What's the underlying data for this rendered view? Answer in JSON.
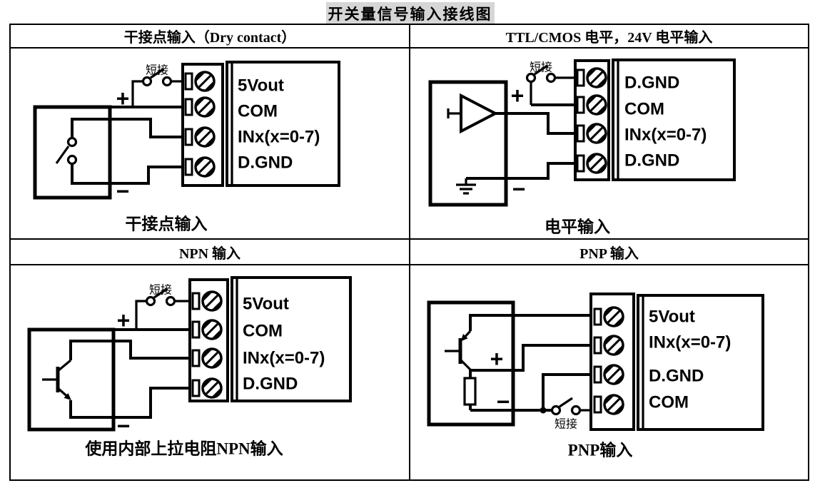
{
  "title": "开关量信号输入接线图",
  "quadrants": [
    {
      "header": "干接点输入（Dry contact）",
      "caption": "干接点输入",
      "jumper_label": "短接",
      "plus_label": "+",
      "minus_label": "−",
      "terminal_labels": [
        "5Vout",
        "COM",
        "INx(x=0-7)",
        "D.GND"
      ]
    },
    {
      "header": "TTL/CMOS 电平，24V 电平输入",
      "caption": "电平输入",
      "jumper_label": "短接",
      "plus_label": "+",
      "minus_label": "−",
      "terminal_labels": [
        "D.GND",
        "COM",
        "INx(x=0-7)",
        "D.GND"
      ]
    },
    {
      "header": "NPN 输入",
      "caption": "使用内部上拉电阻NPN输入",
      "jumper_label": "短接",
      "plus_label": "+",
      "minus_label": "−",
      "terminal_labels": [
        "5Vout",
        "COM",
        "INx(x=0-7)",
        "D.GND"
      ]
    },
    {
      "header": "PNP 输入",
      "caption": "PNP输入",
      "jumper_label": "短接",
      "plus_label": "+",
      "minus_label": "−",
      "terminal_labels": [
        "5Vout",
        "INx(x=0-7)",
        "D.GND",
        "COM"
      ]
    }
  ]
}
